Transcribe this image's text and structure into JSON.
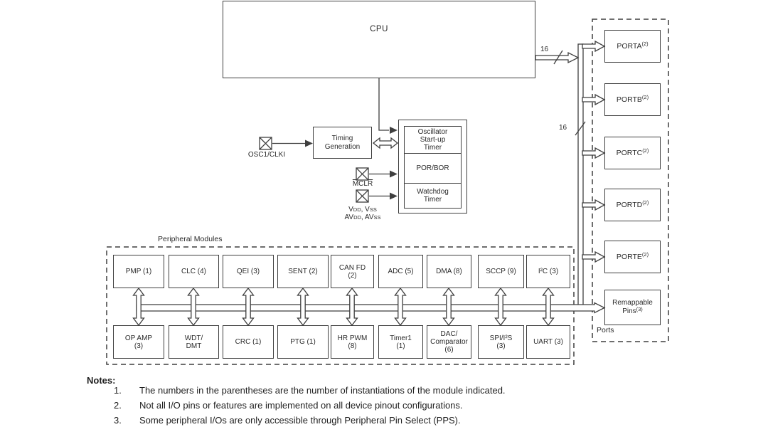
{
  "colors": {
    "line": "#3f3f3f",
    "text": "#2a2a2a",
    "background": "#ffffff"
  },
  "cpu": {
    "label": "CPU"
  },
  "clock": {
    "timing_generation": "Timing\nGeneration",
    "osc_pin": "OSC1/CLKI",
    "startup_timer": "Oscillator\nStart-up\nTimer",
    "por_bor": "POR/BOR",
    "watchdog": "Watchdog\nTimer",
    "mclr_pin": "MCLR",
    "power_pins": {
      "line1": {
        "a": "V",
        "a_sub": "DD",
        "b": ", V",
        "b_sub": "SS"
      },
      "line2": {
        "a": "AV",
        "a_sub": "DD",
        "b": ", AV",
        "b_sub": "SS"
      }
    }
  },
  "bus": {
    "cpu_width": "16",
    "port_width": "16"
  },
  "peripherals": {
    "title": "Peripheral Modules",
    "top_row": [
      "PMP (1)",
      "CLC (4)",
      "QEI (3)",
      "SENT (2)",
      "CAN FD\n(2)",
      "ADC (5)",
      "DMA (8)",
      "SCCP (9)",
      "I²C (3)"
    ],
    "bottom_row": [
      "OP AMP\n(3)",
      "WDT/\nDMT",
      "CRC (1)",
      "PTG (1)",
      "HR PWM\n(8)",
      "Timer1\n(1)",
      "DAC/\nComparator\n(6)",
      "SPI/I²S\n(3)",
      "UART (3)"
    ]
  },
  "ports": {
    "title": "Ports",
    "items": [
      {
        "name": "PORTA",
        "sup": "(2)"
      },
      {
        "name": "PORTB",
        "sup": "(2)"
      },
      {
        "name": "PORTC",
        "sup": "(2)"
      },
      {
        "name": "PORTD",
        "sup": "(2)"
      },
      {
        "name": "PORTE",
        "sup": "(2)"
      },
      {
        "name": "Remappable Pins",
        "sup": "(3)"
      }
    ]
  },
  "notes": {
    "title": "Notes:",
    "items": [
      {
        "num": "1.",
        "text": "The numbers in the parentheses are the number of instantiations of the module indicated."
      },
      {
        "num": "2.",
        "text": "Not all I/O pins or features are implemented on all device pinout configurations."
      },
      {
        "num": "3.",
        "text": "Some peripheral I/Os are only accessible through Peripheral Pin Select (PPS)."
      }
    ]
  }
}
